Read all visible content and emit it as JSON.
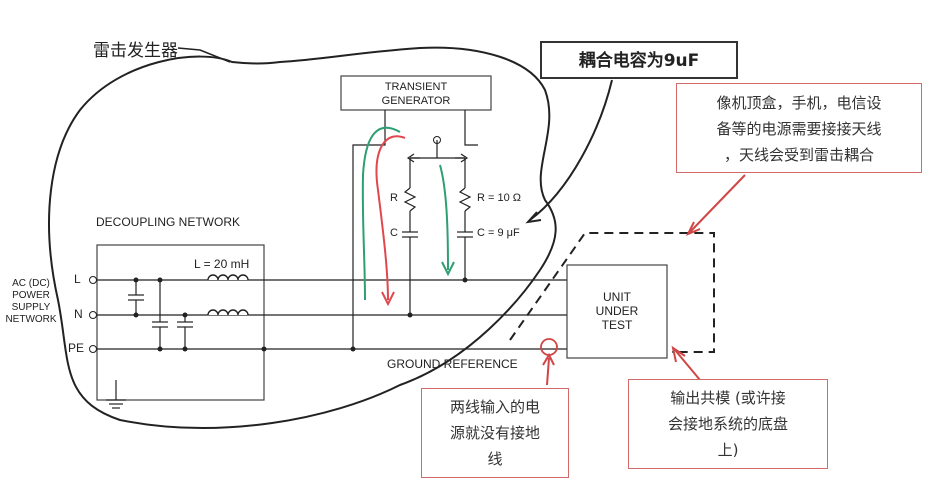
{
  "title_cn": "雷击发生器",
  "coupling_cap_note": "耦合电容为9uF",
  "transient_generator": "TRANSIENT\nGENERATOR",
  "decoupling_network": "DECOUPLING NETWORK",
  "power_source": "AC (DC)\nPOWER\nSUPPLY\nNETWORK",
  "terminal_L": "L",
  "terminal_N": "N",
  "terminal_PE": "PE",
  "inductor_value": "L = 20 mH",
  "r_label": "R",
  "c_label": "C",
  "r_value": "R = 10 Ω",
  "c_value": "C = 9 μF",
  "unit_under_test": "UNIT\nUNDER\nTEST",
  "ground_reference": "GROUND REFERENCE",
  "note_antenna": "像机顶盒，手机，电信设\n备等的电源需要接接天线\n，天线会受到雷击耦合",
  "note_two_wire": "两线输入的电\n源就没有接地\n线",
  "note_common_mode": "输出共模 (或许接\n会接地系统的底盘\n上)",
  "colors": {
    "line": "#222222",
    "red_path": "#e0484f",
    "green_path": "#2f9e72",
    "note_border": "#d36a6a",
    "callout": "#d04646"
  }
}
